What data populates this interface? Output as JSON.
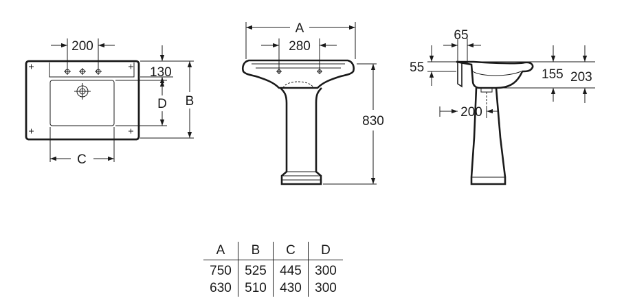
{
  "top_view": {
    "dim_holes": "200",
    "dim_deck": "130",
    "label_width": "C",
    "label_depth": "D",
    "label_overall_depth": "B"
  },
  "front_view": {
    "label_overall_width": "A",
    "dim_tap_centres": "280",
    "dim_height": "830"
  },
  "side_view": {
    "dim_top": "65",
    "dim_rim": "55",
    "dim_waste_height": "155",
    "dim_overall_height": "203",
    "dim_waste_offset": "200"
  },
  "size_table": {
    "headers": [
      "A",
      "B",
      "C",
      "D"
    ],
    "rows": [
      [
        "750",
        "525",
        "445",
        "300"
      ],
      [
        "630",
        "510",
        "430",
        "300"
      ]
    ]
  }
}
